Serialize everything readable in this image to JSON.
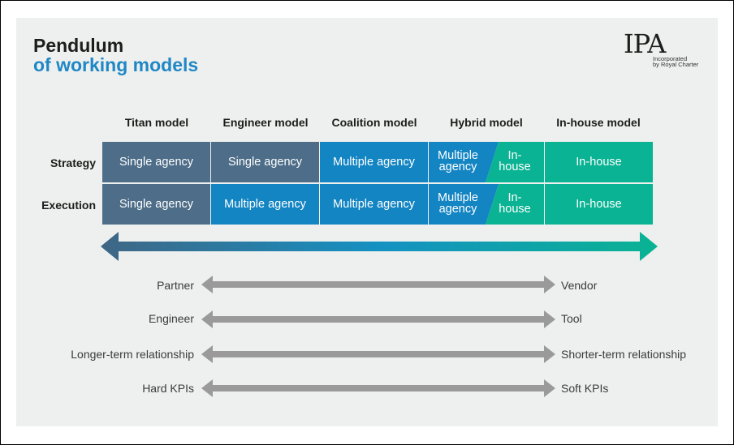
{
  "title": {
    "line1": "Pendulum",
    "line2": "of working models"
  },
  "logo": {
    "mark": "IPA",
    "sub1": "Incorporated",
    "sub2": "by Royal Charter"
  },
  "models": [
    "Titan model",
    "Engineer model",
    "Coalition model",
    "Hybrid model",
    "In-house model"
  ],
  "rows": [
    {
      "label": "Strategy",
      "cells": [
        "Single agency",
        "Single agency",
        "Multiple agency",
        [
          "Multiple agency",
          "In- house"
        ],
        "In-house"
      ]
    },
    {
      "label": "Execution",
      "cells": [
        "Single agency",
        "Multiple agency",
        "Multiple agency",
        [
          "Multiple agency",
          "In- house"
        ],
        "In-house"
      ]
    }
  ],
  "spectrum": [
    {
      "left": "Partner",
      "right": "Vendor"
    },
    {
      "left": "Engineer",
      "right": "Tool"
    },
    {
      "left": "Longer-term relationship",
      "right": "Shorter-term relationship"
    },
    {
      "left": "Hard KPIs",
      "right": "Soft KPIs"
    }
  ],
  "colors": {
    "slate": "#4d6d88",
    "blue": "#1485c3",
    "teal": "#0ab393",
    "grey_arrow": "#9a9a9a",
    "title_accent": "#1f87c6"
  }
}
